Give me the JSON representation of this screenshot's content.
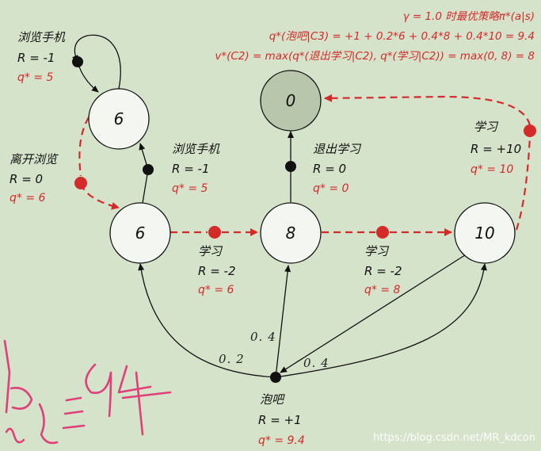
{
  "header": {
    "line1": "γ = 1.0 时最优策略π*(a|s)",
    "line2": "q*(泡吧|C3) = +1 + 0.2*6 + 0.4*8 + 0.4*10 = 9.4",
    "line3": "v*(C2) = max(q*(退出学习|C2), q*(学习|C2)) = max(0, 8) = 8"
  },
  "states": {
    "top_left": "6",
    "mid_left": "6",
    "terminal": "0",
    "center": "8",
    "right": "10"
  },
  "actions": {
    "browse_top": {
      "name": "浏览手机",
      "reward": "R = -1",
      "q": "q* = 5"
    },
    "leave_browse": {
      "name": "离开浏览",
      "reward": "R = 0",
      "q": "q* = 6"
    },
    "browse_mid": {
      "name": "浏览手机",
      "reward": "R = -1",
      "q": "q* = 5"
    },
    "quit_study": {
      "name": "退出学习",
      "reward": "R = 0",
      "q": "q* = 0"
    },
    "study_right": {
      "name": "学习",
      "reward": "R = +10",
      "q": "q* = 10"
    },
    "study_1": {
      "name": "学习",
      "reward": "R = -2",
      "q": "q* = 6"
    },
    "study_2": {
      "name": "学习",
      "reward": "R = -2",
      "q": "q* = 8"
    },
    "pub": {
      "name": "泡吧",
      "reward": "R = +1",
      "q": "q* = 9.4"
    }
  },
  "probabilities": {
    "to_center": "0. 4",
    "to_left": "0. 2",
    "to_right": "0. 4"
  },
  "watermark": "https://blog.csdn.net/MR_kdcon",
  "colors": {
    "background": "#d6e3cb",
    "optimal": "#d42a2a",
    "terminal_fill": "#b8c7ab",
    "scribble": "#e0407a"
  }
}
